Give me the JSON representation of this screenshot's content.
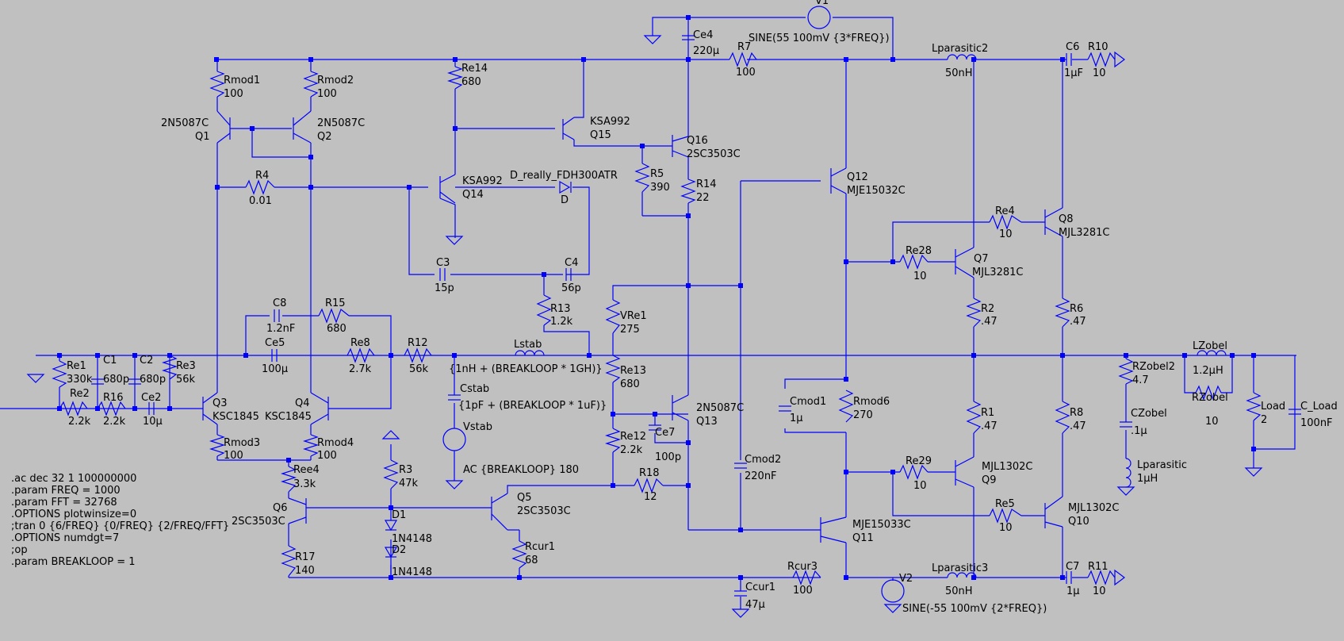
{
  "colors": {
    "background": "#c0c0c0",
    "wire": "#0000ff",
    "text": "#000000"
  },
  "spice": [
    ".ac dec 32 1 100000000",
    ".param FREQ = 1000",
    ".param FFT = 32768",
    ".OPTIONS plotwinsize=0",
    ";tran 0 {6/FREQ} {0/FREQ} {2/FREQ/FFT}",
    ".OPTIONS numdgt=7",
    ";op",
    ".param BREAKLOOP = 1"
  ],
  "labels": [
    {
      "id": "rmod1",
      "name": "Rmod1",
      "value": "100"
    },
    {
      "id": "rmod2",
      "name": "Rmod2",
      "value": "100"
    },
    {
      "id": "q1",
      "name": "Q1",
      "part": "2N5087C"
    },
    {
      "id": "q2",
      "name": "Q2",
      "part": "2N5087C"
    },
    {
      "id": "re14",
      "name": "Re14",
      "value": "680"
    },
    {
      "id": "q15",
      "name": "Q15",
      "part": "KSA992"
    },
    {
      "id": "q16",
      "name": "Q16",
      "part": "2SC3503C"
    },
    {
      "id": "ce4",
      "name": "Ce4",
      "value": "220µ"
    },
    {
      "id": "r7",
      "name": "R7",
      "value": "100"
    },
    {
      "id": "v1",
      "name": "V1",
      "value": "SINE(55 100mV {3*FREQ})"
    },
    {
      "id": "lpar2",
      "name": "Lparasitic2",
      "value": "50nH"
    },
    {
      "id": "c6",
      "name": "C6",
      "value": "1µF"
    },
    {
      "id": "r10",
      "name": "R10",
      "value": "10"
    },
    {
      "id": "r4",
      "name": "R4",
      "value": "0.01"
    },
    {
      "id": "q14",
      "name": "Q14",
      "part": "KSA992"
    },
    {
      "id": "d",
      "name": "D",
      "part": "D_really_FDH300ATR"
    },
    {
      "id": "r5",
      "name": "R5",
      "value": "390"
    },
    {
      "id": "r14",
      "name": "R14",
      "value": "22"
    },
    {
      "id": "q12",
      "name": "Q12",
      "part": "MJE15032C"
    },
    {
      "id": "re4",
      "name": "Re4",
      "value": "10"
    },
    {
      "id": "q8",
      "name": "Q8",
      "part": "MJL3281C"
    },
    {
      "id": "re28",
      "name": "Re28",
      "value": "10"
    },
    {
      "id": "q7",
      "name": "Q7",
      "part": "MJL3281C"
    },
    {
      "id": "c3",
      "name": "C3",
      "value": "15p"
    },
    {
      "id": "c4",
      "name": "C4",
      "value": "56p"
    },
    {
      "id": "r13",
      "name": "R13",
      "value": "1.2k"
    },
    {
      "id": "vre1",
      "name": "VRe1",
      "value": "275"
    },
    {
      "id": "r2",
      "name": "R2",
      "value": ".47"
    },
    {
      "id": "r6",
      "name": "R6",
      "value": ".47"
    },
    {
      "id": "c8",
      "name": "C8",
      "value": "1.2nF"
    },
    {
      "id": "r15",
      "name": "R15",
      "value": "680"
    },
    {
      "id": "ce5",
      "name": "Ce5",
      "value": "100µ"
    },
    {
      "id": "re8",
      "name": "Re8",
      "value": "2.7k"
    },
    {
      "id": "r12",
      "name": "R12",
      "value": "56k"
    },
    {
      "id": "lstab",
      "name": "Lstab",
      "value": "{1nH + (BREAKLOOP * 1GH)}"
    },
    {
      "id": "re13",
      "name": "Re13",
      "value": "680"
    },
    {
      "id": "re1",
      "name": "Re1",
      "value": "330k"
    },
    {
      "id": "c1",
      "name": "C1",
      "value": "680p"
    },
    {
      "id": "c2",
      "name": "C2",
      "value": "680p"
    },
    {
      "id": "re3",
      "name": "Re3",
      "value": "56k"
    },
    {
      "id": "cstab",
      "name": "Cstab",
      "value": "{1pF + (BREAKLOOP * 1uF)}"
    },
    {
      "id": "re2",
      "name": "Re2",
      "value": "2.2k"
    },
    {
      "id": "r16",
      "name": "R16",
      "value": "2.2k"
    },
    {
      "id": "ce2",
      "name": "Ce2",
      "value": "10µ"
    },
    {
      "id": "q3",
      "name": "Q3",
      "part": "KSC1845"
    },
    {
      "id": "q4",
      "name": "Q4",
      "part": "KSC1845"
    },
    {
      "id": "vstab",
      "name": "Vstab",
      "value": "AC {BREAKLOOP} 180"
    },
    {
      "id": "q13",
      "name": "Q13",
      "part": "2N5087C"
    },
    {
      "id": "re12",
      "name": "Re12",
      "value": "2.2k"
    },
    {
      "id": "ce7",
      "name": "Ce7",
      "value": "100p"
    },
    {
      "id": "cmod1",
      "name": "Cmod1",
      "value": "1µ"
    },
    {
      "id": "rmod6",
      "name": "Rmod6",
      "value": "270"
    },
    {
      "id": "r1",
      "name": "R1",
      "value": ".47"
    },
    {
      "id": "r8",
      "name": "R8",
      "value": ".47"
    },
    {
      "id": "rzobel2",
      "name": "RZobel2",
      "value": "4.7"
    },
    {
      "id": "lzobel",
      "name": "LZobel",
      "value": "1.2µH"
    },
    {
      "id": "rzobel",
      "name": "RZobel",
      "value": "10"
    },
    {
      "id": "load",
      "name": "Load",
      "value": "2"
    },
    {
      "id": "cload",
      "name": "C_Load",
      "value": "100nF"
    },
    {
      "id": "czobel",
      "name": "CZobel",
      "value": ".1µ"
    },
    {
      "id": "lpar",
      "name": "Lparasitic",
      "value": "1µH"
    },
    {
      "id": "rmod3",
      "name": "Rmod3",
      "value": "100"
    },
    {
      "id": "rmod4",
      "name": "Rmod4",
      "value": "100"
    },
    {
      "id": "ree4",
      "name": "Ree4",
      "value": "3.3k"
    },
    {
      "id": "q6",
      "name": "Q6",
      "part": "2SC3503C"
    },
    {
      "id": "r3",
      "name": "R3",
      "value": "47k"
    },
    {
      "id": "q5",
      "name": "Q5",
      "part": "2SC3503C"
    },
    {
      "id": "r18",
      "name": "R18",
      "value": "12"
    },
    {
      "id": "cmod2",
      "name": "Cmod2",
      "value": "220nF"
    },
    {
      "id": "re29",
      "name": "Re29",
      "value": "10"
    },
    {
      "id": "q9",
      "name": "Q9",
      "part": "MJL1302C"
    },
    {
      "id": "re5",
      "name": "Re5",
      "value": "10"
    },
    {
      "id": "q10",
      "name": "Q10",
      "part": "MJL1302C"
    },
    {
      "id": "d1",
      "name": "D1",
      "part": "1N4148"
    },
    {
      "id": "d2",
      "name": "D2",
      "part": "1N4148"
    },
    {
      "id": "rcur1",
      "name": "Rcur1",
      "value": "68"
    },
    {
      "id": "q11",
      "name": "Q11",
      "part": "MJE15033C"
    },
    {
      "id": "r17",
      "name": "R17",
      "value": "140"
    },
    {
      "id": "rcur3",
      "name": "Rcur3",
      "value": "100"
    },
    {
      "id": "ccur1",
      "name": "Ccur1",
      "value": "47µ"
    },
    {
      "id": "v2",
      "name": "V2",
      "value": "SINE(-55 100mV {2*FREQ})"
    },
    {
      "id": "lpar3",
      "name": "Lparasitic3",
      "value": "50nH"
    },
    {
      "id": "c7",
      "name": "C7",
      "value": "1µ"
    },
    {
      "id": "r11",
      "name": "R11",
      "value": "10"
    }
  ]
}
